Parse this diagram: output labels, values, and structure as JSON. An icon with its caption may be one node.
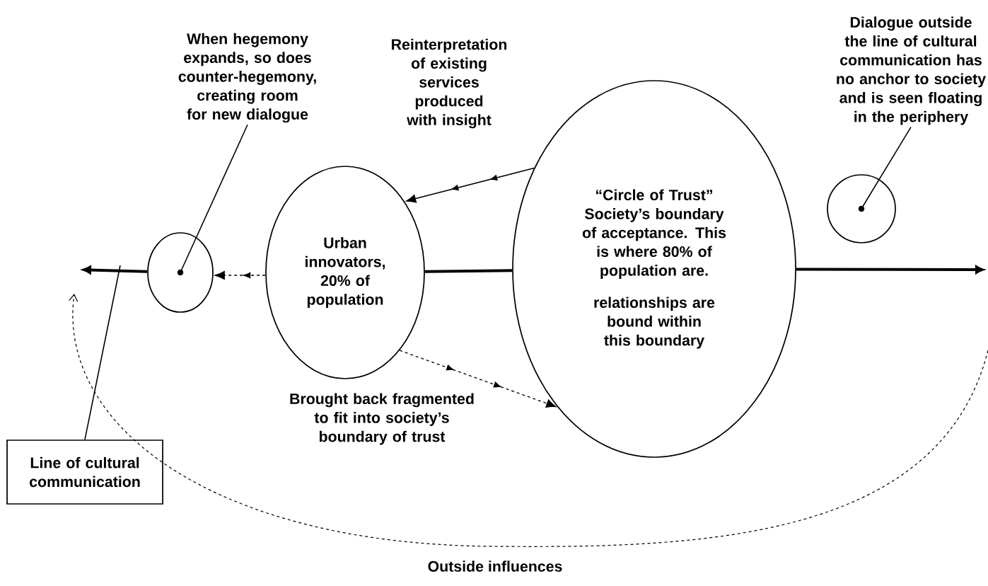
{
  "diagram": {
    "nodes": [
      {
        "text": [],
        "shape": "circle"
      },
      {
        "text": [
          "Urban innovators, 20% of population"
        ]
      },
      {
        "text": [
          "“Circle of Trust” Society’s boundary of acceptance. This is where 80% of population are.",
          "relationships are bound within this boundary"
        ]
      },
      {
        "text": [],
        "shape": "circle"
      },
      {
        "text": [
          "When hegemony expands, so does counter-hegemony, creating room for new dialogue"
        ]
      },
      {
        "text": [
          "Dialogue outside the line of cultural communication has no anchor to society and is seen floating in the periphery"
        ]
      },
      {
        "text": [
          "Line of cultural communication"
        ]
      }
    ],
    "edges": [
      {
        "from": 0,
        "to": null,
        "arrow": "to",
        "style": "thick"
      },
      {
        "from": 1,
        "to": 0,
        "arrow": "to",
        "style": "dashed"
      },
      {
        "from": 1,
        "to": 2,
        "arrow": "none",
        "style": "thick"
      },
      {
        "from": 2,
        "to": null,
        "arrow": "to",
        "style": "thick"
      },
      {
        "from": 2,
        "to": 1,
        "arrow": "to",
        "label": "Reinterpretation of existing services produced with insight"
      },
      {
        "from": 1,
        "to": 2,
        "arrow": "to",
        "style": "dashed",
        "label": "Brought back fragmented to fit into society’s boundary of trust"
      },
      {
        "from": 4,
        "to": 0,
        "arrow": "none"
      },
      {
        "from": 5,
        "to": 3,
        "arrow": "none"
      },
      {
        "from": 6,
        "to": null,
        "arrow": "none"
      }
    ],
    "labels": [
      "Outside influences"
    ]
  }
}
